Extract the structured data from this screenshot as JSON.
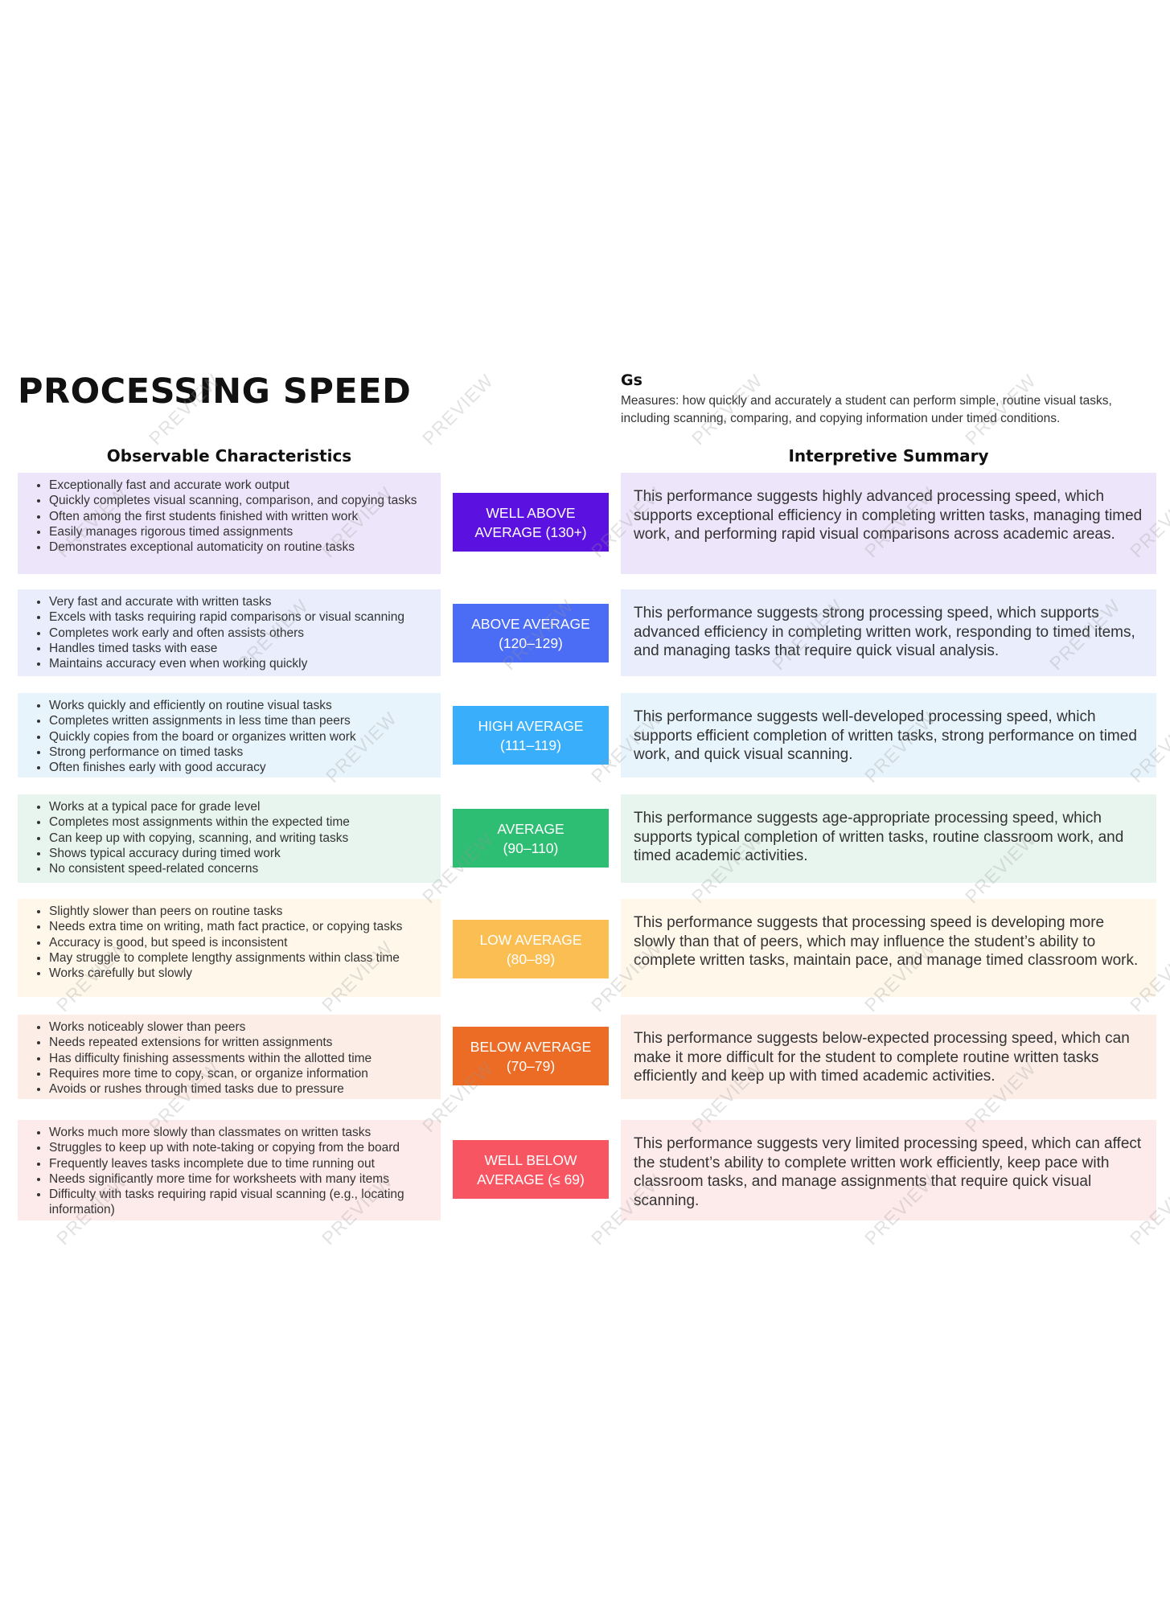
{
  "title": "PROCESSING SPEED",
  "code": "Gs",
  "description": "Measures: how quickly and accurately a student can perform simple, routine visual tasks, including scanning, comparing, and copying information under timed conditions.",
  "column_headers": {
    "left": "Observable Characteristics",
    "right": "Interpretive Summary"
  },
  "watermark": "PREVIEW",
  "rows": [
    {
      "level": "WELL ABOVE\nAVERAGE (130+)",
      "level_color": "#5B12E0",
      "bg_color": "#EDE6FA",
      "characteristics": [
        "Exceptionally fast and accurate work output",
        "Quickly completes visual scanning, comparison, and copying tasks",
        "Often among the first students finished with written work",
        "Easily manages rigorous timed assignments",
        "Demonstrates exceptional automaticity on routine tasks"
      ],
      "summary": "This performance suggests highly advanced processing speed, which supports exceptional efficiency in completing written tasks, managing timed work, and performing rapid visual comparisons across academic areas."
    },
    {
      "level": "ABOVE AVERAGE\n(120–129)",
      "level_color": "#4B6CF4",
      "bg_color": "#E9EDFC",
      "characteristics": [
        "Very fast and accurate with written tasks",
        "Excels with tasks requiring rapid comparisons or visual scanning",
        "Completes work early and often assists others",
        "Handles timed tasks with ease",
        "Maintains accuracy even when working quickly"
      ],
      "summary": "This performance suggests strong processing speed, which supports advanced efficiency in completing written work, responding to timed items, and managing tasks that require quick visual analysis."
    },
    {
      "level": "HIGH AVERAGE\n(111–119)",
      "level_color": "#39AEFA",
      "bg_color": "#E8F4FC",
      "characteristics": [
        "Works quickly and efficiently on routine visual tasks",
        "Completes written assignments in less time than peers",
        "Quickly copies from the board or organizes written work",
        "Strong performance on timed tasks",
        "Often finishes early with good accuracy"
      ],
      "summary": "This performance suggests well-developed processing speed, which supports efficient completion of written tasks, strong performance on timed work, and quick visual scanning."
    },
    {
      "level": "AVERAGE\n(90–110)",
      "level_color": "#2DBE73",
      "bg_color": "#E8F5EE",
      "characteristics": [
        "Works at a typical pace for grade level",
        "Completes most assignments within the expected time",
        "Can keep up with copying, scanning, and writing tasks",
        "Shows typical accuracy during timed work",
        "No consistent speed-related concerns"
      ],
      "summary": "This performance suggests age-appropriate processing speed, which supports typical completion of written tasks, routine classroom work, and timed academic activities."
    },
    {
      "level": "LOW AVERAGE\n(80–89)",
      "level_color": "#FBBE52",
      "bg_color": "#FEF7EA",
      "characteristics": [
        "Slightly slower than peers on routine tasks",
        "Needs extra time on writing, math fact practice, or copying tasks",
        "Accuracy is good, but speed is inconsistent",
        "May struggle to complete lengthy assignments within class time",
        "Works carefully but slowly"
      ],
      "summary": "This performance suggests that processing speed is developing more slowly than that of peers, which may influence the student’s ability to complete written tasks, maintain pace, and manage timed classroom work."
    },
    {
      "level": "BELOW AVERAGE\n(70–79)",
      "level_color": "#EC6B25",
      "bg_color": "#FCEEE7",
      "characteristics": [
        "Works noticeably slower than peers",
        "Needs repeated extensions for written assignments",
        "Has difficulty finishing assessments within the allotted time",
        "Requires more time to copy, scan, or organize information",
        "Avoids or rushes through timed tasks due to pressure"
      ],
      "summary": "This performance suggests below-expected processing speed, which can make it more difficult for the student to complete routine written tasks efficiently and keep up with timed academic activities."
    },
    {
      "level": "WELL BELOW\nAVERAGE (≤ 69)",
      "level_color": "#F65561",
      "bg_color": "#FDEAEB",
      "characteristics": [
        "Works much more slowly than classmates on written tasks",
        "Struggles to keep up with note-taking or copying from the board",
        "Frequently leaves tasks incomplete due to time running out",
        "Needs significantly more time for worksheets with many items",
        "Difficulty with tasks requiring rapid visual scanning (e.g., locating information)"
      ],
      "summary": "This performance suggests very limited processing speed, which can affect the student’s ability to complete written work efficiently, keep pace with classroom tasks, and manage assignments that require quick visual scanning."
    }
  ]
}
